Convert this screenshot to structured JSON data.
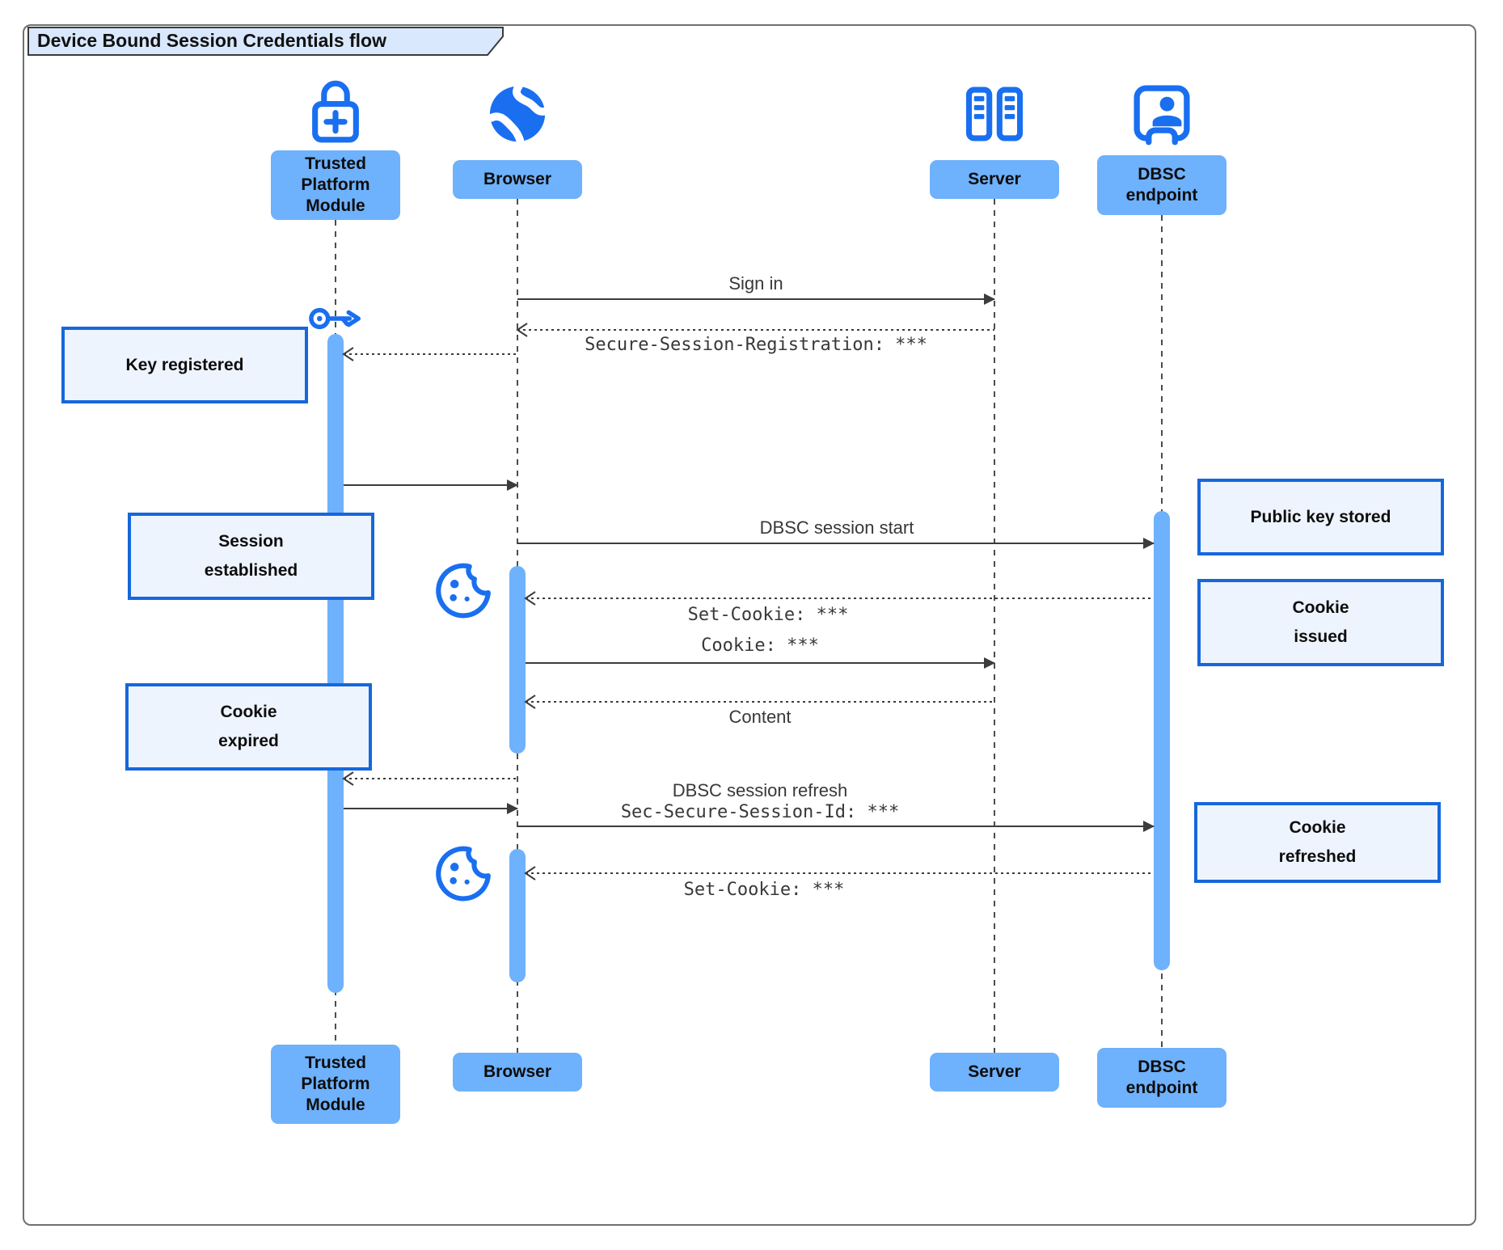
{
  "title": "Device Bound Session Credentials flow",
  "colors": {
    "actor_fill": "#6eb1fc",
    "note_fill": "#eef4fe",
    "note_border": "#1667dc",
    "icon_blue": "#1a6ff0",
    "activation_fill": "#6eb1fc",
    "line": "#3c3c3c",
    "title_fill": "#d9e8fc"
  },
  "actors": {
    "tpm": {
      "label": "Trusted Platform Module",
      "lines": [
        "Trusted",
        "Platform",
        "Module"
      ],
      "icon": "lock-plus-icon"
    },
    "browser": {
      "label": "Browser",
      "icon": "globe-icon"
    },
    "server": {
      "label": "Server",
      "icon": "server-icon"
    },
    "dbsc": {
      "label": "DBSC endpoint",
      "lines": [
        "DBSC",
        "endpoint"
      ],
      "icon": "person-booth-icon"
    }
  },
  "messages": [
    {
      "from": "Browser",
      "to": "Server",
      "label": "Sign in",
      "style": "solid"
    },
    {
      "from": "Server",
      "to": "Browser",
      "label": "Secure-Session-Registration: ***",
      "style": "dashed",
      "font": "mono"
    },
    {
      "from": "Browser",
      "to": "Trusted Platform Module",
      "label": "",
      "style": "dashed"
    },
    {
      "from": "Trusted Platform Module",
      "to": "Browser",
      "label": "",
      "style": "solid"
    },
    {
      "from": "Browser",
      "to": "DBSC endpoint",
      "label": "DBSC session start",
      "style": "solid"
    },
    {
      "from": "DBSC endpoint",
      "to": "Browser",
      "label": "Set-Cookie: ***",
      "style": "dashed",
      "font": "mono"
    },
    {
      "from": "Browser",
      "to": "Server",
      "label": "Cookie: ***",
      "style": "solid",
      "font": "mono"
    },
    {
      "from": "Server",
      "to": "Browser",
      "label": "Content",
      "style": "dashed"
    },
    {
      "from": "Browser",
      "to": "Trusted Platform Module",
      "label": "",
      "style": "dashed"
    },
    {
      "from": "Trusted Platform Module",
      "to": "Browser",
      "label": "",
      "style": "solid"
    },
    {
      "from": "Browser",
      "to": "DBSC endpoint",
      "lines": [
        "DBSC session refresh",
        "Sec-Secure-Session-Id: ***"
      ],
      "style": "solid"
    },
    {
      "from": "DBSC endpoint",
      "to": "Browser",
      "label": "Set-Cookie: ***",
      "style": "dashed",
      "font": "mono"
    }
  ],
  "notes": [
    {
      "text": "Key registered",
      "over": "Trusted Platform Module",
      "side": "left"
    },
    {
      "lines": [
        "Session",
        "established"
      ],
      "over": "Trusted Platform Module",
      "side": "left"
    },
    {
      "lines": [
        "Cookie",
        "expired"
      ],
      "over": "Trusted Platform Module",
      "side": "left"
    },
    {
      "text": "Public key stored",
      "over": "DBSC endpoint",
      "side": "right"
    },
    {
      "lines": [
        "Cookie",
        "issued"
      ],
      "over": "DBSC endpoint",
      "side": "right"
    },
    {
      "lines": [
        "Cookie",
        "refreshed"
      ],
      "over": "DBSC endpoint",
      "side": "right"
    }
  ]
}
